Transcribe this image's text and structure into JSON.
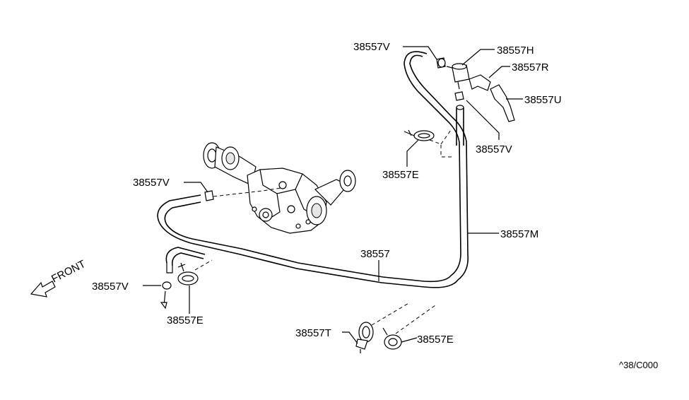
{
  "labels": {
    "v_top": "38557V",
    "h": "38557H",
    "r": "38557R",
    "u": "38557U",
    "v_right": "38557V",
    "e_mid": "38557E",
    "v_left": "38557V",
    "m": "38557M",
    "main": "38557",
    "v_bottom_left": "38557V",
    "e_left": "38557E",
    "t": "38557T",
    "e_bottom": "38557E",
    "front": "FRONT",
    "code": "^38/C000"
  }
}
